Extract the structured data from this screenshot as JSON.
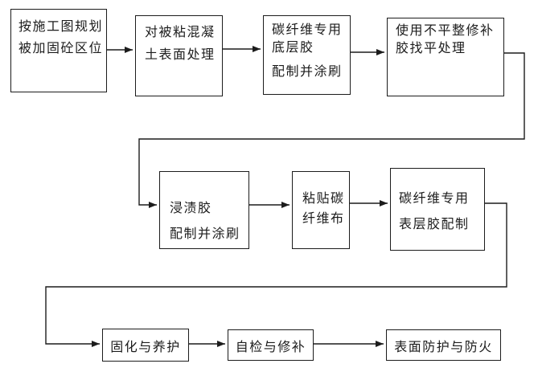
{
  "diagram": {
    "type": "flowchart",
    "language": "zh-CN",
    "colors": {
      "background": "#ffffff",
      "line": "#1c1c1c",
      "text": "#1c1c1c"
    },
    "boxes": [
      {
        "id": "step-1",
        "row": 1,
        "lines": [
          "按施工图规划",
          "被加固砼区位"
        ]
      },
      {
        "id": "step-2",
        "row": 1,
        "lines": [
          "对被粘混凝",
          "土表面处理"
        ]
      },
      {
        "id": "step-3",
        "row": 1,
        "lines": [
          "碳纤维专用",
          "底层胶",
          "配制并涂刷"
        ]
      },
      {
        "id": "step-4",
        "row": 1,
        "lines": [
          "使用不平整修补",
          "胶找平处理"
        ]
      },
      {
        "id": "step-5",
        "row": 2,
        "lines": [
          "浸渍胶",
          "配制并涂刷"
        ]
      },
      {
        "id": "step-6",
        "row": 2,
        "lines": [
          "粘贴碳",
          "纤维布"
        ]
      },
      {
        "id": "step-7",
        "row": 2,
        "lines": [
          "碳纤维专用",
          "表层胶配制"
        ]
      },
      {
        "id": "step-8",
        "row": 3,
        "lines": [
          "固化与养护"
        ]
      },
      {
        "id": "step-9",
        "row": 3,
        "lines": [
          "自检与修补"
        ]
      },
      {
        "id": "step-10",
        "row": 3,
        "lines": [
          "表面防护与防火"
        ]
      }
    ],
    "flow_order": [
      "按施工图规划被加固砼区位",
      "对被粘混凝土表面处理",
      "碳纤维专用底层胶配制并涂刷",
      "使用不平整修补胶找平处理",
      "浸渍胶配制并涂刷",
      "粘贴碳纤维布",
      "碳纤维专用表层胶配制",
      "固化与养护",
      "自检与修补",
      "表面防护与防火"
    ]
  }
}
